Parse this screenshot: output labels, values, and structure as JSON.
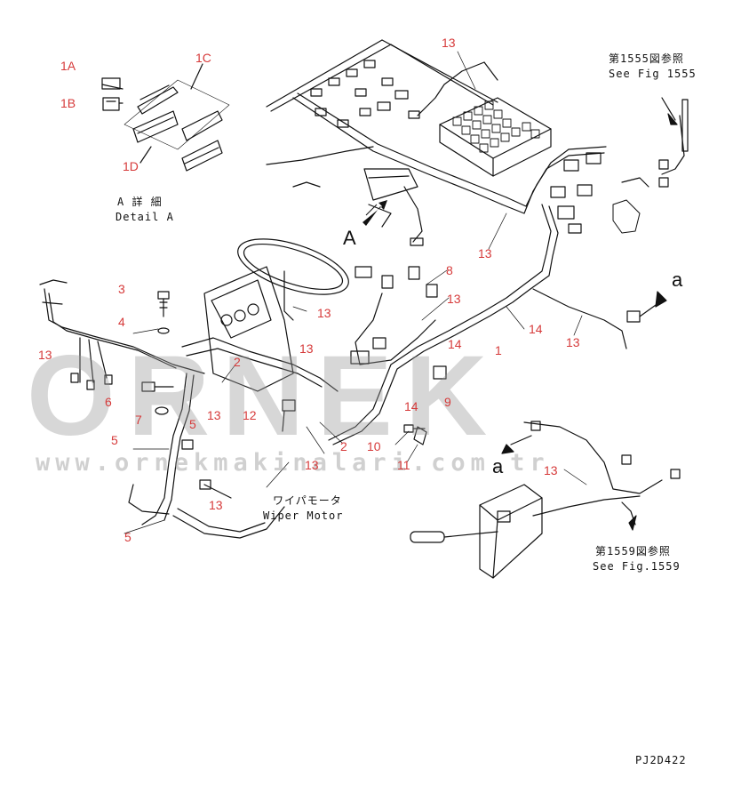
{
  "callouts": {
    "c1a": "1A",
    "c1b": "1B",
    "c1c": "1C",
    "c1d": "1D",
    "c13_top": "13",
    "c13_right_mid": "13",
    "c13_a": "13",
    "c14_a": "14",
    "c3": "3",
    "c4": "4",
    "c13_left": "13",
    "c13_steer": "13",
    "c8": "8",
    "c13_center": "13",
    "c13_col": "13",
    "c14_b": "14",
    "c1": "1",
    "c2_a": "2",
    "c6": "6",
    "c7": "7",
    "c13_b": "13",
    "c12": "12",
    "c14_c": "14",
    "c9": "9",
    "c2_b": "2",
    "c5_a": "5",
    "c5_b": "5",
    "c10": "10",
    "c11": "11",
    "c13_c": "13",
    "c13_d": "13",
    "c5_c": "5",
    "c13_e": "13"
  },
  "notes": {
    "detail_jp": "A 詳 細",
    "detail_en": "Detail A",
    "ref1555_jp": "第1555図参照",
    "ref1555_en": "See Fig 1555",
    "ref1559_jp": "第1559図参照",
    "ref1559_en": "See Fig.1559",
    "wiper_jp": "ワイパモータ",
    "wiper_en": "Wiper Motor",
    "label_a_upper": "a",
    "label_a_lower": "a",
    "label_A": "A",
    "part_code": "PJ2D422"
  },
  "watermark": {
    "brand": "ORNEK",
    "url": "www.ornekmakinalari.com.tr"
  },
  "colors": {
    "callout": "#d63a3a",
    "line": "#111111",
    "watermark": "#969696",
    "watermark_accent": "#e8b33a"
  }
}
